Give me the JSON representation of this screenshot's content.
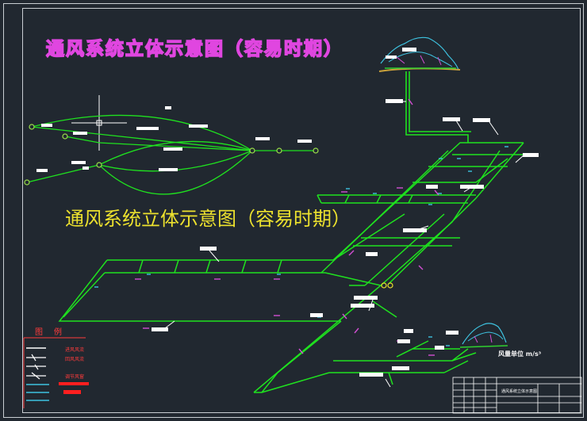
{
  "diagram": {
    "title_top": "通风系统立体示意图（容易时期）",
    "title_main": "通风系统立体示意图（容易时期）",
    "flow_label": "风量单位 m/s³",
    "legend": {
      "title": "图例",
      "items": [
        "进风风流",
        "回风风流",
        "",
        "调节风窗",
        "",
        ""
      ]
    },
    "title_block": {
      "drawing_name": "通风系统立体示意图"
    },
    "colors": {
      "background": "#212830",
      "airway": "#1fe21f",
      "return_air": "#ff3b3b",
      "title_top": "#e046e0",
      "title_main": "#ece12e",
      "node": "#9be04a"
    }
  }
}
